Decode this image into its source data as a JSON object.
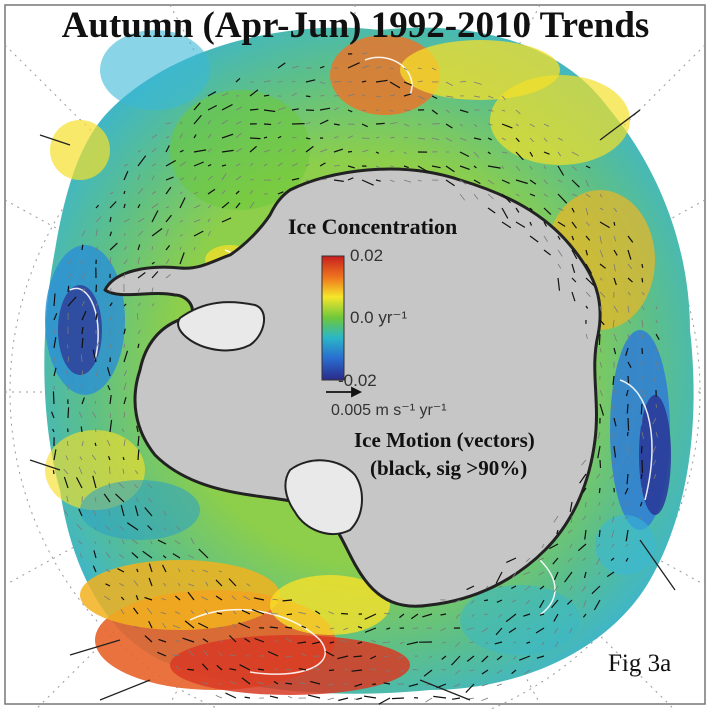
{
  "title": "Autumn (Apr-Jun) 1992-2010 Trends",
  "colorbar": {
    "title": "Ice Concentration",
    "tick_top": "0.02",
    "tick_mid": "0.0 yr⁻¹",
    "tick_bottom": "-0.02",
    "range": [
      -0.02,
      0.02
    ]
  },
  "vector_reference": {
    "label": "0.005 m s⁻¹ yr⁻¹"
  },
  "motion_label": {
    "line1": "Ice Motion (vectors)",
    "line2": "(black, sig >90%)"
  },
  "figure_label": "Fig 3a",
  "colors": {
    "land": "#c6c6c6",
    "ice_shelf": "#e9e9e9",
    "coast": "#222222",
    "significant_vector": "#111111",
    "other_vector": "#7a7a7a",
    "contour": "#ffffff"
  }
}
